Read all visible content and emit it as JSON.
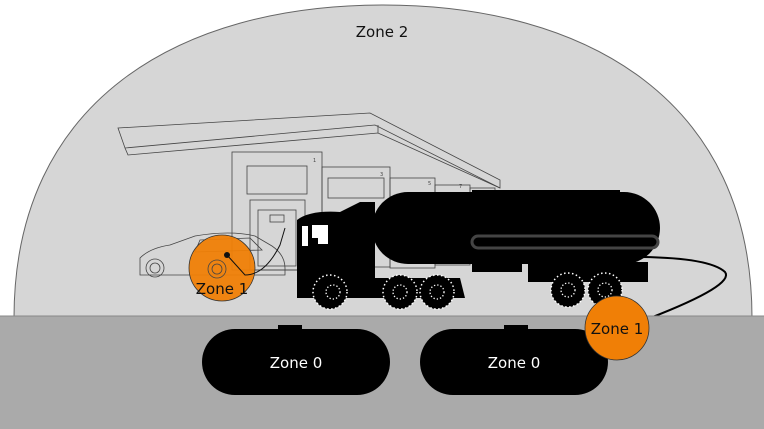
{
  "zones": {
    "outer": "Zone 2",
    "car_fill": "Zone 1",
    "tanker_hose": "Zone 1",
    "tank_left": "Zone 0",
    "tank_right": "Zone 0"
  },
  "pump_numbers": [
    "1",
    "3",
    "5",
    "7"
  ],
  "colors": {
    "zone2": "#d6d6d6",
    "ground": "#aaaaaa",
    "zone1": "#f07f06",
    "vehicle": "#000000"
  }
}
